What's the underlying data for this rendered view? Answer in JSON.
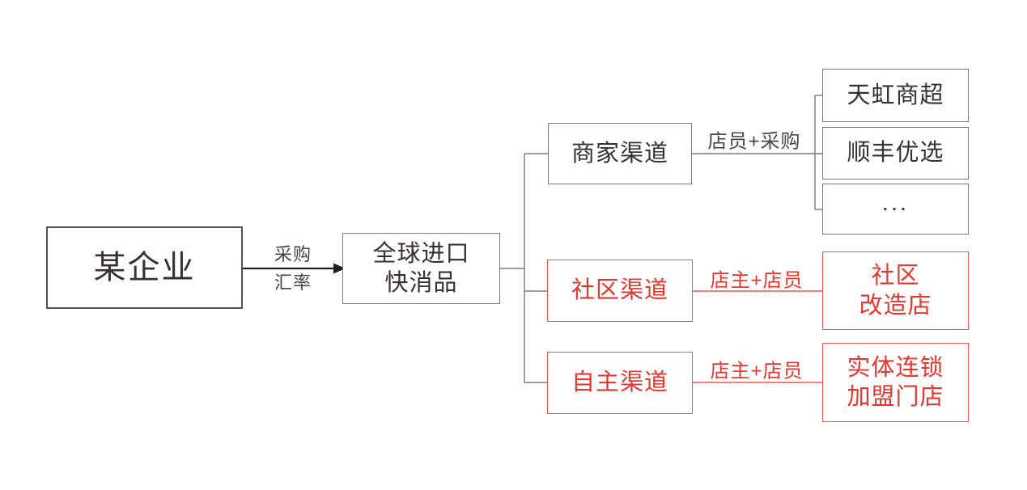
{
  "colors": {
    "background": "#ffffff",
    "line_gray": "#7b7b7b",
    "text_dark": "#37322f",
    "arrow_black": "#221f1d",
    "accent_red": "#e6372e"
  },
  "nodes": {
    "company": {
      "label": "某企业"
    },
    "product": {
      "line1": "全球进口",
      "line2": "快消品"
    },
    "merchant_channel": {
      "label": "商家渠道"
    },
    "community_channel": {
      "label": "社区渠道"
    },
    "independent_channel": {
      "label": "自主渠道"
    },
    "tianhong": {
      "label": "天虹商超"
    },
    "sf_select": {
      "label": "顺丰优选"
    },
    "more": {
      "label": "..."
    },
    "community_store": {
      "line1": "社区",
      "line2": "改造店"
    },
    "franchise_store": {
      "line1": "实体连锁",
      "line2": "加盟门店"
    }
  },
  "edge_labels": {
    "procurement": {
      "line1": "采购",
      "line2": "汇率"
    },
    "merchant": {
      "label": "店员+采购"
    },
    "community": {
      "label": "店主+店员"
    },
    "independent": {
      "label": "店主+店员"
    }
  }
}
